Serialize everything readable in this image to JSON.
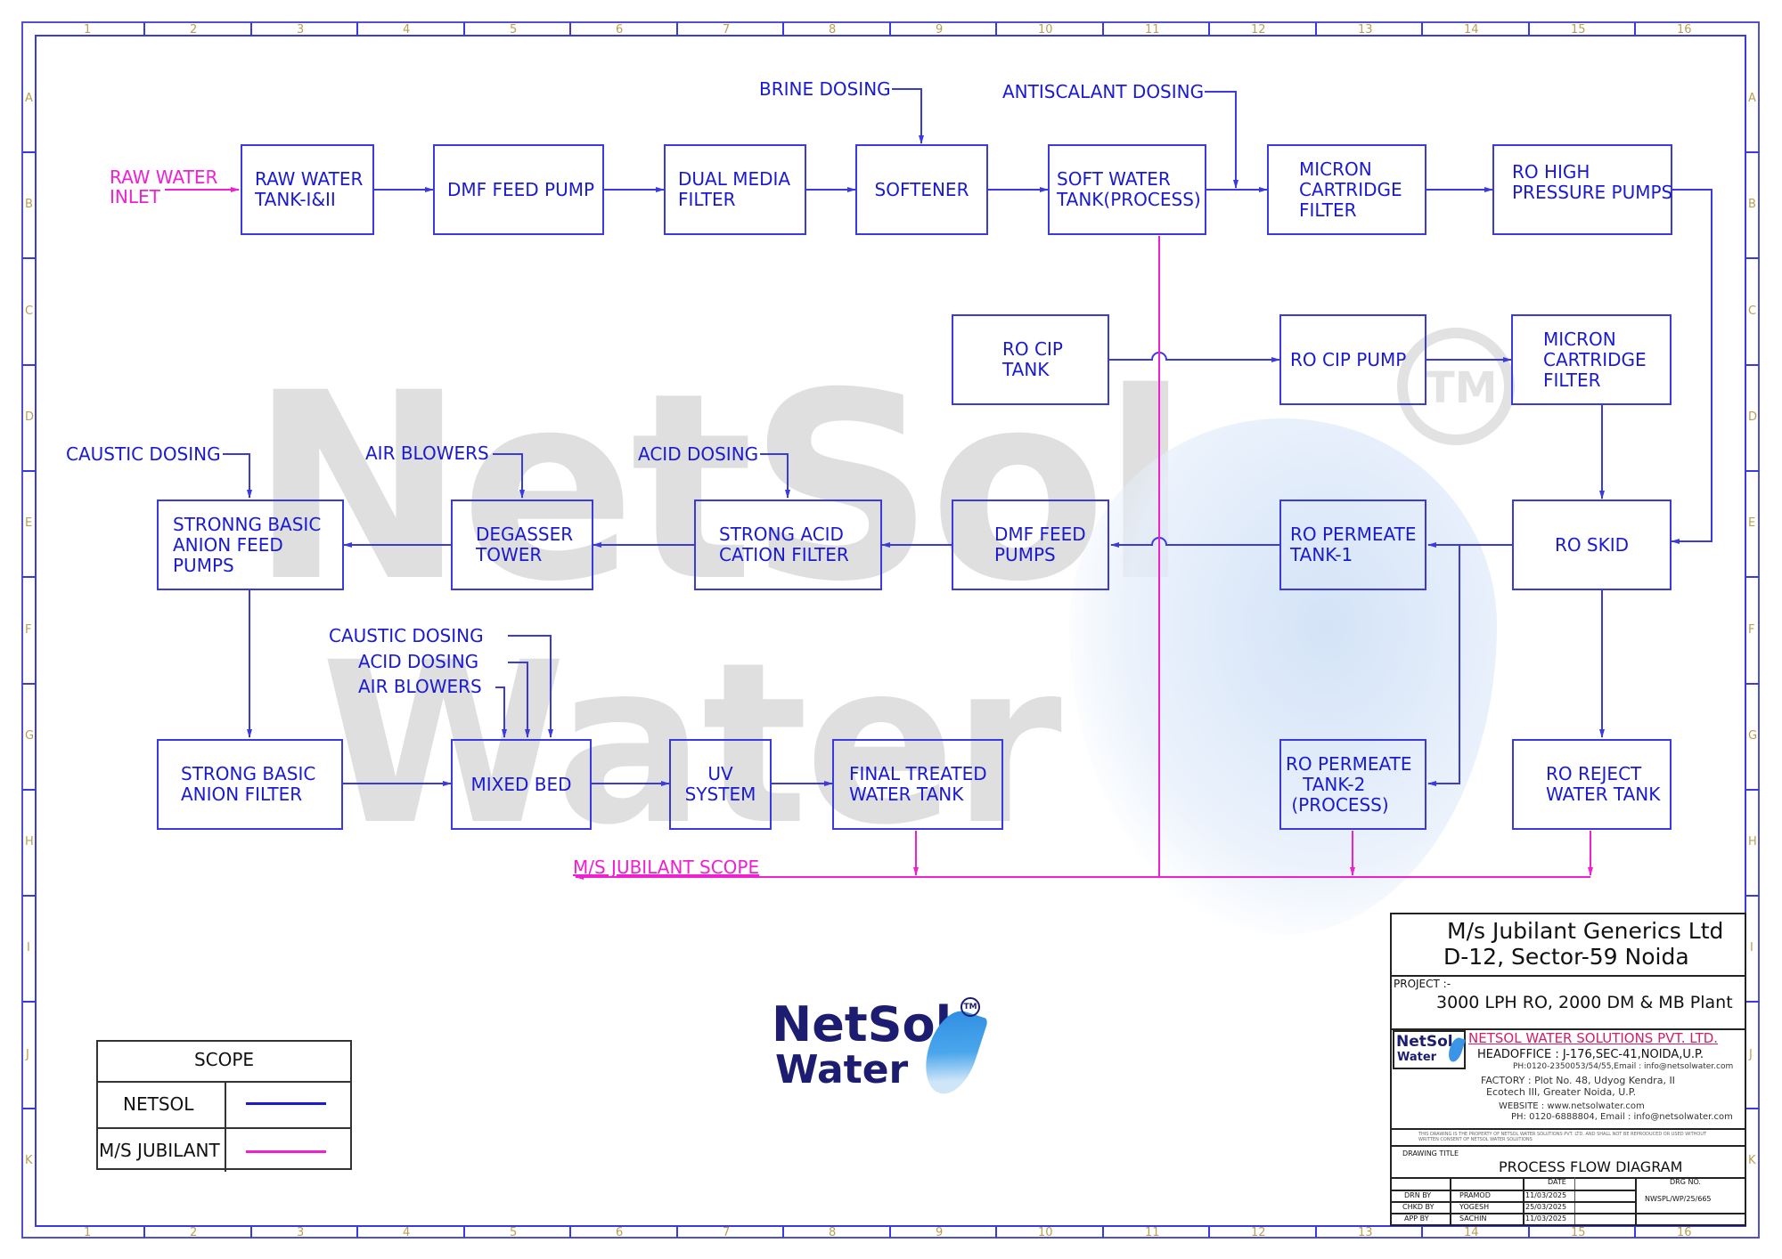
{
  "border": {
    "columns": [
      "1",
      "2",
      "3",
      "4",
      "5",
      "6",
      "7",
      "8",
      "9",
      "10",
      "11",
      "12",
      "13",
      "14",
      "15",
      "16"
    ],
    "rows": [
      "A",
      "B",
      "C",
      "D",
      "E",
      "F",
      "G",
      "H",
      "I",
      "J",
      "K"
    ]
  },
  "colors": {
    "netsol_line": "#3a3ae0",
    "jubilant_line": "#f020d0",
    "text_blue": "#1a1ad0",
    "zone_label": "#b8a050"
  },
  "watermark": {
    "line1": "NetSol",
    "line2": "Water",
    "tm": "TM"
  },
  "inputs": {
    "raw_water_inlet": "RAW WATER\nINLET",
    "brine_dosing": "BRINE DOSING",
    "antiscalant_dosing": "ANTISCALANT DOSING",
    "caustic_dosing_1": "CAUSTIC DOSING",
    "air_blowers_1": "AIR BLOWERS",
    "acid_dosing_1": "ACID DOSING",
    "caustic_dosing_2": "CAUSTIC DOSING",
    "acid_dosing_2": "ACID DOSING",
    "air_blowers_2": "AIR BLOWERS",
    "jubilant_scope": "M/S JUBILANT SCOPE"
  },
  "equipment": {
    "raw_water_tank": "RAW WATER\nTANK-I&II",
    "dmf_feed_pump": "DMF FEED PUMP",
    "dual_media_filter": "DUAL MEDIA\nFILTER",
    "softener": "SOFTENER",
    "soft_water_tank": "SOFT WATER\nTANK(PROCESS)",
    "micron_cartridge_filter_1": "MICRON\nCARTRIDGE\nFILTER",
    "ro_high_pressure_pumps": "RO HIGH\nPRESSURE PUMPS",
    "ro_cip_tank": "RO CIP\nTANK",
    "ro_cip_pump": "RO CIP PUMP",
    "micron_cartridge_filter_2": "MICRON\nCARTRIDGE\nFILTER",
    "ro_skid": "RO SKID",
    "ro_permeate_tank_1": "RO PERMEATE\nTANK-1",
    "dmf_feed_pumps": "DMF FEED\nPUMPS",
    "strong_acid_cation_filter": "STRONG ACID\nCATION FILTER",
    "degasser_tower": "DEGASSER\nTOWER",
    "strong_basic_anion_feed_pumps": "STRONNG BASIC\nANION FEED\nPUMPS",
    "strong_basic_anion_filter": "STRONG BASIC\nANION FILTER",
    "mixed_bed": "MIXED BED",
    "uv_system": "UV\nSYSTEM",
    "final_treated_water_tank": "FINAL TREATED\nWATER TANK",
    "ro_permeate_tank_2": "RO PERMEATE\n   TANK-2\n (PROCESS)",
    "ro_reject_water_tank": "RO REJECT\nWATER TANK"
  },
  "legend": {
    "title": "SCOPE",
    "rows": [
      {
        "label": "NETSOL",
        "color": "#1a1ad0"
      },
      {
        "label": "M/S JUBILANT",
        "color": "#f020d0"
      }
    ]
  },
  "center_logo": {
    "line1": "NetSol",
    "line2": "Water",
    "tm": "TM"
  },
  "title_block": {
    "client_line1": "M/s Jubilant Generics Ltd",
    "client_line2": "D-12, Sector-59 Noida",
    "project_label": "PROJECT :-",
    "project": "3000 LPH RO, 2000 DM & MB Plant",
    "company_logo_1": "NetSol",
    "company_logo_2": "Water",
    "company_name": "NETSOL WATER SOLUTIONS PVT. LTD.",
    "head_office": "HEADOFFICE : J-176,SEC-41,NOIDA,U.P.",
    "head_office_contact": "PH:0120-2350053/54/55,Email : info@netsolwater.com",
    "factory_line1": "FACTORY : Plot No. 48, Udyog Kendra, II",
    "factory_line2": "Ecotech III, Greater Noida, U.P.",
    "website": "WEBSITE : www.netsolwater.com",
    "phone": "PH: 0120-6888804, Email : info@netsolwater.com",
    "disclaimer": "THIS DRAWING IS THE PROPERTY OF NETSOL WATER SOLUTIONS PVT. LTD. AND SHALL NOT BE REPRODUCED OR USED WITHOUT WRITTEN CONSENT OF NETSOL WATER SOLUTIONS",
    "drawing_title_label": "DRAWING TITLE",
    "drawing_title": "PROCESS FLOW DIAGRAM",
    "date_header": "DATE",
    "drg_no_label": "DRG NO.",
    "drg_no": "NWSPL/WP/25/665",
    "signoffs": [
      {
        "role": "DRN BY",
        "name": "PRAMOD",
        "date": "11/03/2025"
      },
      {
        "role": "CHKD BY",
        "name": "YOGESH",
        "date": "25/03/2025"
      },
      {
        "role": "APP BY",
        "name": "SACHIN",
        "date": "11/03/2025"
      }
    ]
  }
}
